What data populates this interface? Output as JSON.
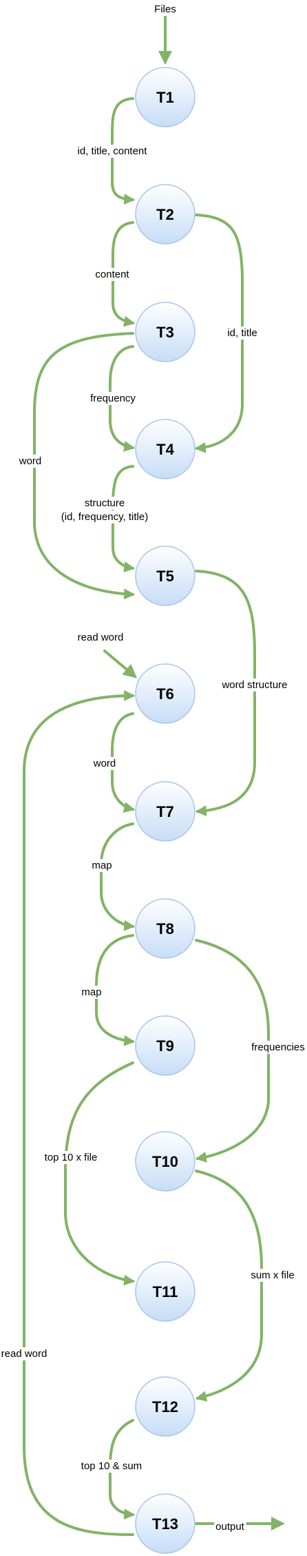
{
  "colors": {
    "edge": "#82b366",
    "node_fill_top": "#ffffff",
    "node_fill_bottom": "#c6ddf6",
    "node_stroke": "#a9c4eb",
    "text": "#000000"
  },
  "nodes": [
    {
      "id": "T1",
      "label": "T1"
    },
    {
      "id": "T2",
      "label": "T2"
    },
    {
      "id": "T3",
      "label": "T3"
    },
    {
      "id": "T4",
      "label": "T4"
    },
    {
      "id": "T5",
      "label": "T5"
    },
    {
      "id": "T6",
      "label": "T6"
    },
    {
      "id": "T7",
      "label": "T7"
    },
    {
      "id": "T8",
      "label": "T8"
    },
    {
      "id": "T9",
      "label": "T9"
    },
    {
      "id": "T10",
      "label": "T10"
    },
    {
      "id": "T11",
      "label": "T11"
    },
    {
      "id": "T12",
      "label": "T12"
    },
    {
      "id": "T13",
      "label": "T13"
    }
  ],
  "edges": [
    {
      "id": "files-t1",
      "from": "",
      "to": "T1",
      "label": "Files"
    },
    {
      "id": "t1-t2",
      "from": "T1",
      "to": "T2",
      "label": "id, title, content"
    },
    {
      "id": "t2-t3",
      "from": "T2",
      "to": "T3",
      "label": "content"
    },
    {
      "id": "t2-t4",
      "from": "T2",
      "to": "T4",
      "label": "id, title"
    },
    {
      "id": "t3-t4",
      "from": "T3",
      "to": "T4",
      "label": "frequency"
    },
    {
      "id": "t3-t5",
      "from": "T3",
      "to": "T5",
      "label": "word"
    },
    {
      "id": "t4-t5",
      "from": "T4",
      "to": "T5",
      "label": "structure"
    },
    {
      "id": "t4-t5-b",
      "from": "T4",
      "to": "T5",
      "label": "(id, frequency, title)"
    },
    {
      "id": "readword-t6",
      "from": "",
      "to": "T6",
      "label": "read word"
    },
    {
      "id": "t5-t7",
      "from": "T5",
      "to": "T7",
      "label": "word structure"
    },
    {
      "id": "t6-t7",
      "from": "T6",
      "to": "T7",
      "label": "word"
    },
    {
      "id": "t7-t8",
      "from": "T7",
      "to": "T8",
      "label": "map"
    },
    {
      "id": "t8-t9",
      "from": "T8",
      "to": "T9",
      "label": "map"
    },
    {
      "id": "t8-t10",
      "from": "T8",
      "to": "T10",
      "label": "frequencies"
    },
    {
      "id": "t9-t11",
      "from": "T9",
      "to": "T11",
      "label": "top 10 x file"
    },
    {
      "id": "t10-t12",
      "from": "T10",
      "to": "T12",
      "label": "sum x file"
    },
    {
      "id": "t12-t13",
      "from": "T12",
      "to": "T13",
      "label": "top 10 & sum"
    },
    {
      "id": "t13-t6",
      "from": "T13",
      "to": "T6",
      "label": "read word"
    },
    {
      "id": "t13-output",
      "from": "T13",
      "to": "",
      "label": "output"
    }
  ]
}
